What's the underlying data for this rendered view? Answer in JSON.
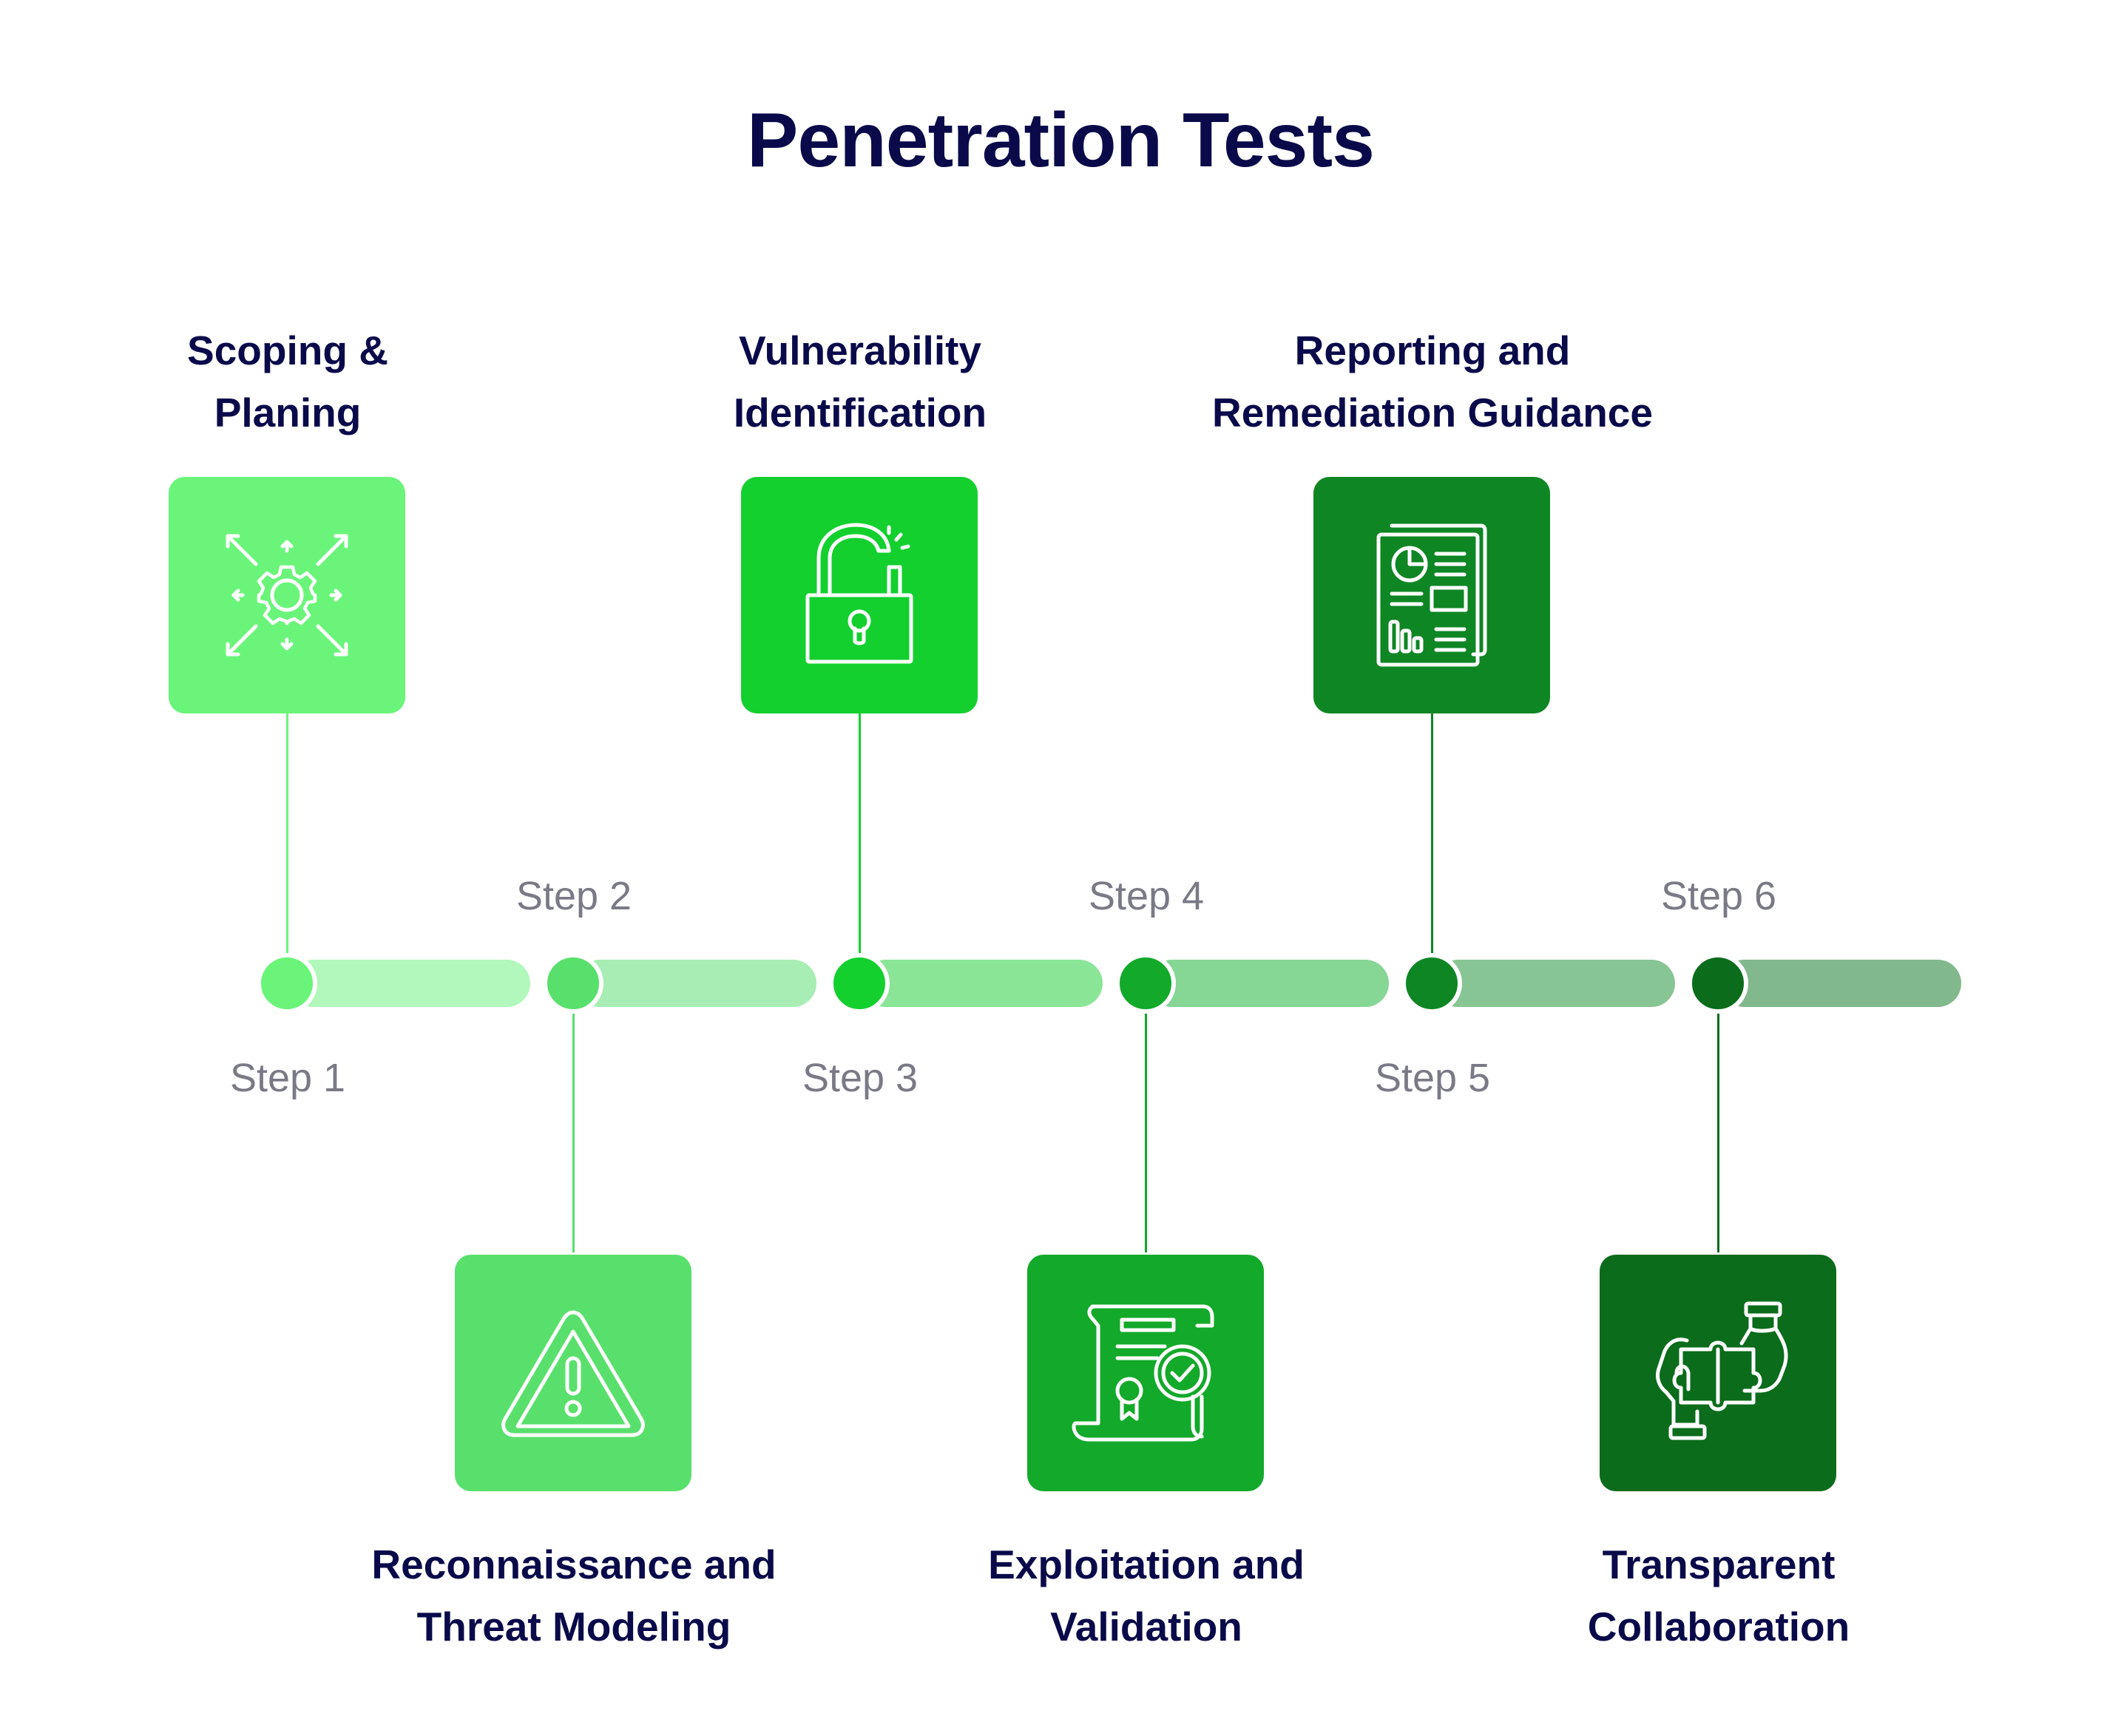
{
  "title": "Penetration Tests",
  "steps": [
    {
      "label": "Step 1",
      "title_lines": [
        "Scoping &",
        "Planing"
      ],
      "icon": "settings-arrows-icon",
      "color": "#6af57a",
      "bar_color": "#b2f7bb",
      "dot_color": "#6af57a",
      "line_color": "#6af57a"
    },
    {
      "label": "Step 2",
      "title_lines": [
        "Reconnaissance and",
        "Threat Modeling"
      ],
      "icon": "warning-triangle-icon",
      "color": "#59e06c",
      "bar_color": "#a8edb3",
      "dot_color": "#59e06c",
      "line_color": "#59e06c"
    },
    {
      "label": "Step 3",
      "title_lines": [
        "Vulnerability",
        "Identification"
      ],
      "icon": "unlocked-padlock-icon",
      "color": "#13d02f",
      "bar_color": "#8ae597",
      "dot_color": "#13d02f",
      "line_color": "#13d02f"
    },
    {
      "label": "Step 4",
      "title_lines": [
        "Exploitation and",
        "Validation"
      ],
      "icon": "certificate-check-icon",
      "color": "#13a92a",
      "bar_color": "#86d695",
      "dot_color": "#13a92a",
      "line_color": "#13a92a"
    },
    {
      "label": "Step 5",
      "title_lines": [
        "Reporting and",
        "Remediation Guidance"
      ],
      "icon": "report-document-icon",
      "color": "#0f8624",
      "bar_color": "#88c594",
      "dot_color": "#0f8624",
      "line_color": "#0f8624"
    },
    {
      "label": "Step 6",
      "title_lines": [
        "Transparent",
        "Collaboration"
      ],
      "icon": "hands-puzzle-icon",
      "color": "#0b6c1c",
      "bar_color": "#82b88d",
      "dot_color": "#0b6c1c",
      "line_color": "#0b6c1c"
    }
  ]
}
